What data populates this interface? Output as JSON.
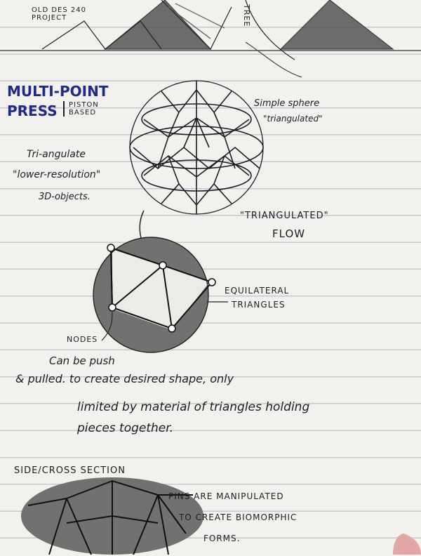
{
  "top_notes": {
    "project": "OLD DES 240\nPROJECT",
    "tree_label": "TREE"
  },
  "title": {
    "line1": "MULTI-POINT",
    "line2": "PRESS",
    "sub": "PISTON\nBASED"
  },
  "sphere_notes": {
    "simple_sphere": "Simple sphere",
    "triangulated_quote": "\"triangulated\"",
    "triangulate": "Tri-angulate",
    "lower_res": "\"lower-resolution\"",
    "objects": "3D-objects."
  },
  "flow_notes": {
    "triangulated": "\"TRIANGULATED\"",
    "flow": "FLOW"
  },
  "detail_notes": {
    "equilateral": "EQUILATERAL",
    "triangles": "TRIANGLES",
    "nodes": "NODES"
  },
  "paragraph": {
    "line1": "Can be push",
    "line2": "& pulled. to create desired shape, only",
    "line3": "limited by material of triangles holding",
    "line4": "pieces together."
  },
  "section_notes": {
    "title": "SIDE/CROSS SECTION",
    "pins1": "PINS ARE MANIPULATED",
    "pins2": "TO CREATE BIOMORPHIC",
    "pins3": "FORMS."
  },
  "colors": {
    "ink": "#1d1d24",
    "blue_ink": "#1f2a8a",
    "marker_gray": "#6f726f",
    "paper": "#f3f1ee",
    "rule_line": "#c9c6cf"
  }
}
